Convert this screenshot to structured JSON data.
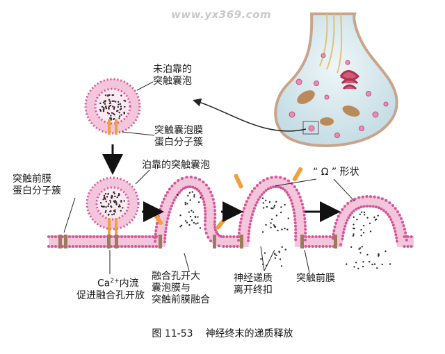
{
  "watermark": "www.yx369.com",
  "labels": {
    "undocked_vesicle": [
      "未泊靠的",
      "突触囊泡"
    ],
    "vesicle_membrane_protein": [
      "突触囊泡膜",
      "蛋白分子簇"
    ],
    "docked_vesicle": "泊靠的突触囊泡",
    "presynaptic_membrane_protein": [
      "突触前膜",
      "蛋白分子簇"
    ],
    "omega_shape": "“ Ω ” 形状",
    "ca_influx": {
      "ion": "Ca",
      "charge": "2+",
      "text": "内流",
      "line2": "促进融合孔开放"
    },
    "fusion_pore": [
      "融合孔开大",
      "囊泡膜与",
      "突触前膜融合"
    ],
    "transmitter_release": [
      "神经递质",
      "离开终扣"
    ],
    "presynaptic_membrane": "突触前膜"
  },
  "caption": {
    "number": "图 11-53",
    "title": "神经终末的递质释放"
  },
  "colors": {
    "membrane_head": "#d7559a",
    "membrane_tail": "#f4c6dc",
    "protein_cluster": "#f0a03c",
    "presynaptic_protein": "#9a7b5c",
    "vesicle_dot": "#2a2a2a",
    "terminal_fill": "#cfe3ea",
    "terminal_outline": "#c9a48a"
  }
}
